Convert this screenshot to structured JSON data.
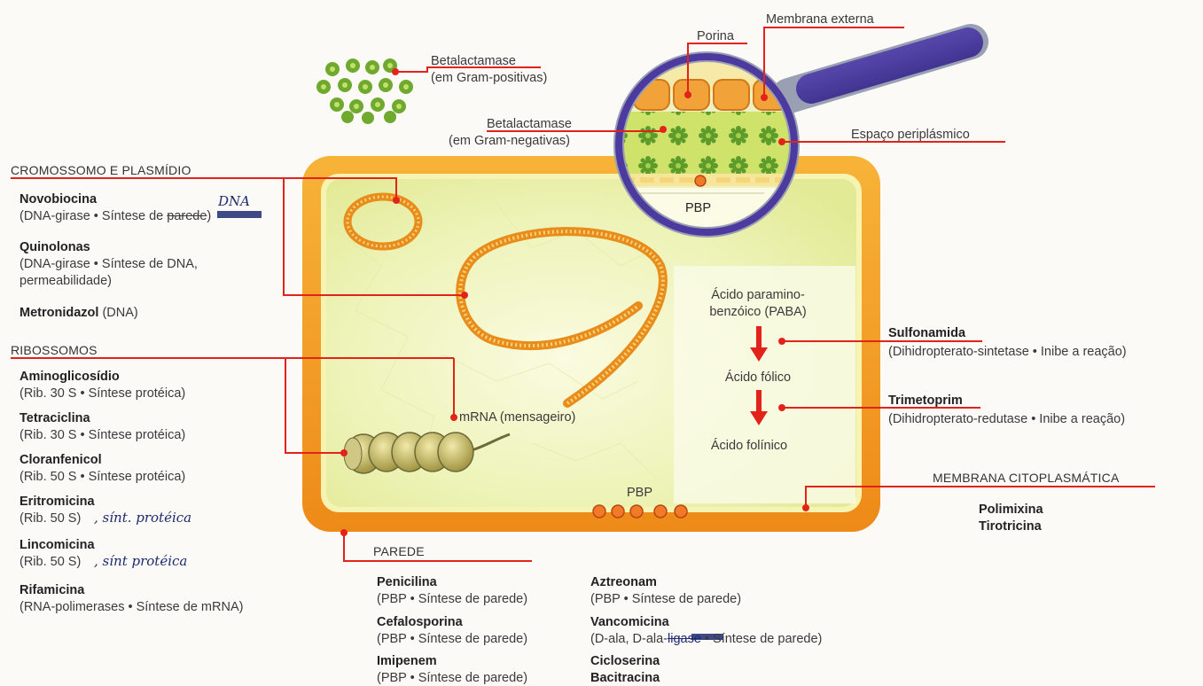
{
  "sections": {
    "cromossomo": "CROMOSSOMO E PLASMÍDIO",
    "ribossomos": "RIBOSSOMOS",
    "membrana": "MEMBRANA CITOPLASMÁTICA",
    "parede": "PAREDE"
  },
  "labels": {
    "beta_pos_1": "Betalactamase",
    "beta_pos_2": "(em Gram-positivas)",
    "beta_neg_1": "Betalactamase",
    "beta_neg_2": "(em Gram-negativas)",
    "porina": "Porina",
    "membrana_externa": "Membrana externa",
    "espaco": "Espaço periplásmico",
    "pbp_lens": "PBP",
    "pbp_wall": "PBP",
    "mrna": "mRNA (mensageiro)",
    "paba_1": "Ácido paramino-",
    "paba_2": "benzóico (PABA)",
    "folico": "Ácido fólico",
    "folinico": "Ácido folínico"
  },
  "cromossomo_drugs": [
    {
      "name": "Novobiocina",
      "detail_before": "(DNA-girase • Síntese de ",
      "struck": "parede",
      "detail_after": ")",
      "handwritten": "DNA"
    },
    {
      "name": "Quinolonas",
      "detail": "(DNA-girase • Síntese de DNA,",
      "detail2": "permeabilidade)"
    },
    {
      "name": "Metronidazol",
      "detail": "(DNA)"
    }
  ],
  "ribossomo_drugs": [
    {
      "name": "Aminoglicosídio",
      "detail": "(Rib. 30 S • Síntese protéica)"
    },
    {
      "name": "Tetraciclina",
      "detail": "(Rib. 30 S • Síntese protéica)"
    },
    {
      "name": "Cloranfenicol",
      "detail": "(Rib. 50 S • Síntese protéica)"
    },
    {
      "name": "Eritromicina",
      "detail": "(Rib. 50 S)",
      "handwritten": ", sínt. protéica"
    },
    {
      "name": "Lincomicina",
      "detail": "(Rib. 50 S)",
      "handwritten": ", sínt protéica"
    },
    {
      "name": "Rifamicina",
      "detail": "(RNA-polimerases • Síntese de mRNA)"
    }
  ],
  "right_drugs": [
    {
      "name": "Sulfonamida",
      "detail": "(Dihidropterato-sintetase • Inibe a reação)"
    },
    {
      "name": "Trimetoprim",
      "detail": "(Dihidropterato-redutase • Inibe a reação)"
    }
  ],
  "membrana_drugs": [
    "Polimixina",
    "Tirotricina"
  ],
  "parede_left": [
    {
      "name": "Penicilina",
      "detail": "(PBP • Síntese de parede)"
    },
    {
      "name": "Cefalosporina",
      "detail": "(PBP • Síntese de parede)"
    },
    {
      "name": "Imipenem",
      "detail": "(PBP • Síntese de parede)"
    }
  ],
  "parede_right": [
    {
      "name": "Aztreonam",
      "detail": "(PBP • Síntese de parede)"
    },
    {
      "name": "Vancomicina",
      "detail_before": "(D-ala, D-ala-",
      "struck": "ligase",
      "detail_after": " • Síntese de parede)"
    },
    {
      "name": "Cicloserina"
    },
    {
      "name": "Bacitracina"
    }
  ],
  "colors": {
    "accent_red": "#e2231a",
    "wall_orange": "#f39a1f",
    "cytoplasm": "#f5f4c4",
    "lens": "#4d3a9e"
  }
}
